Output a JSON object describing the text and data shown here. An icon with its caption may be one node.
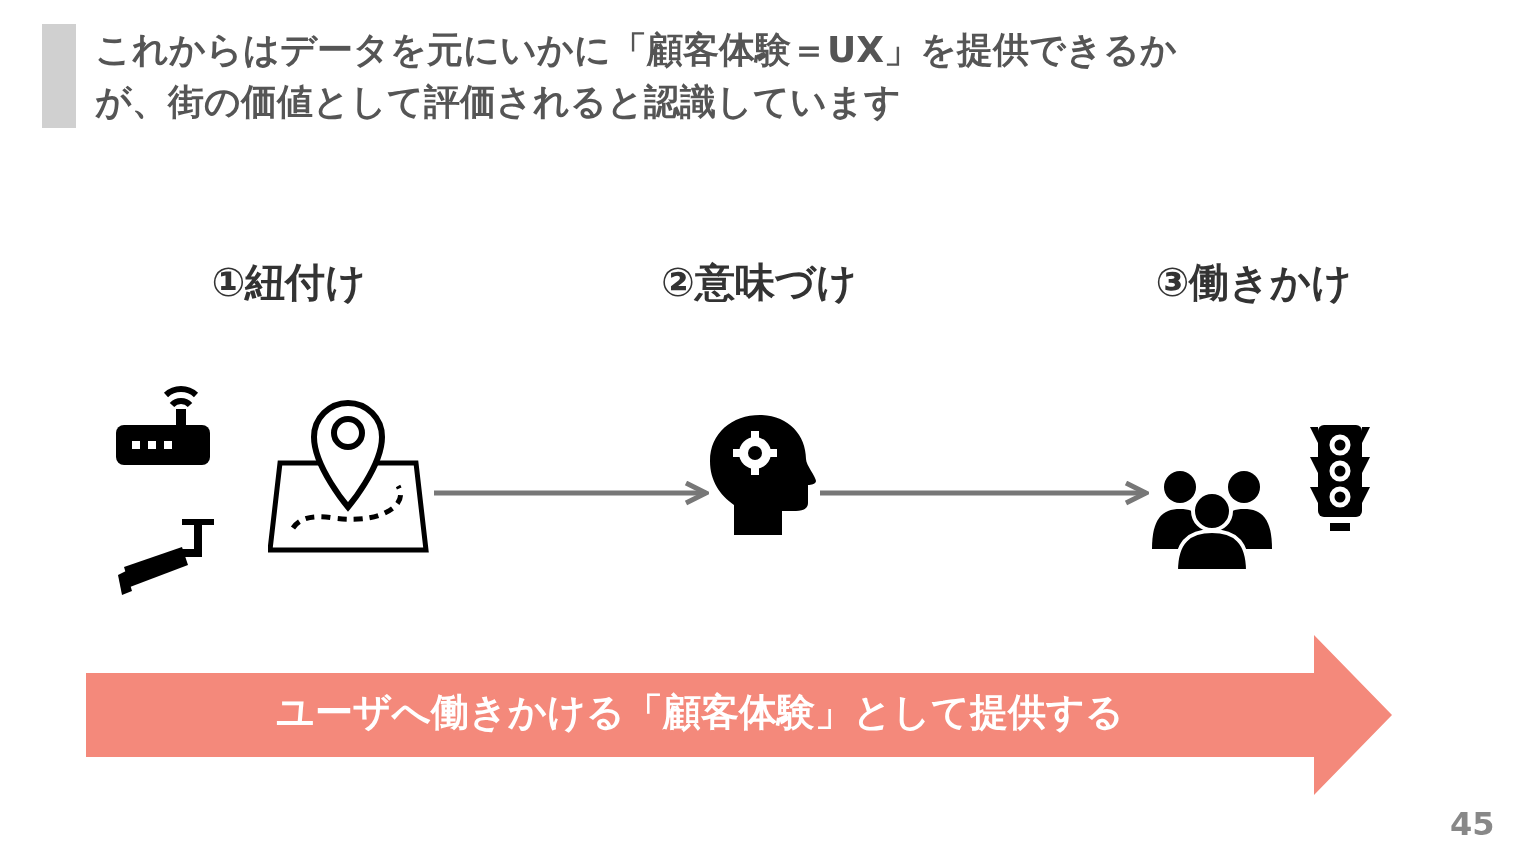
{
  "diagram": {
    "title": "これからはデータを元にいかに「顧客体験＝UX」を提供できるかが、街の価値として評価されると認識しています",
    "nodes": [
      {
        "text": [
          "①紐付け"
        ]
      },
      {
        "text": [
          "②意味づけ"
        ]
      },
      {
        "text": [
          "③働きかけ"
        ]
      },
      {
        "text": [
          "ユーザへ働きかける「顧客体験」として提供する"
        ]
      }
    ],
    "edges": [
      {
        "from": 0,
        "to": 1,
        "arrow": "to"
      },
      {
        "from": 1,
        "to": 2,
        "arrow": "to"
      }
    ],
    "labels": [
      "45"
    ]
  }
}
